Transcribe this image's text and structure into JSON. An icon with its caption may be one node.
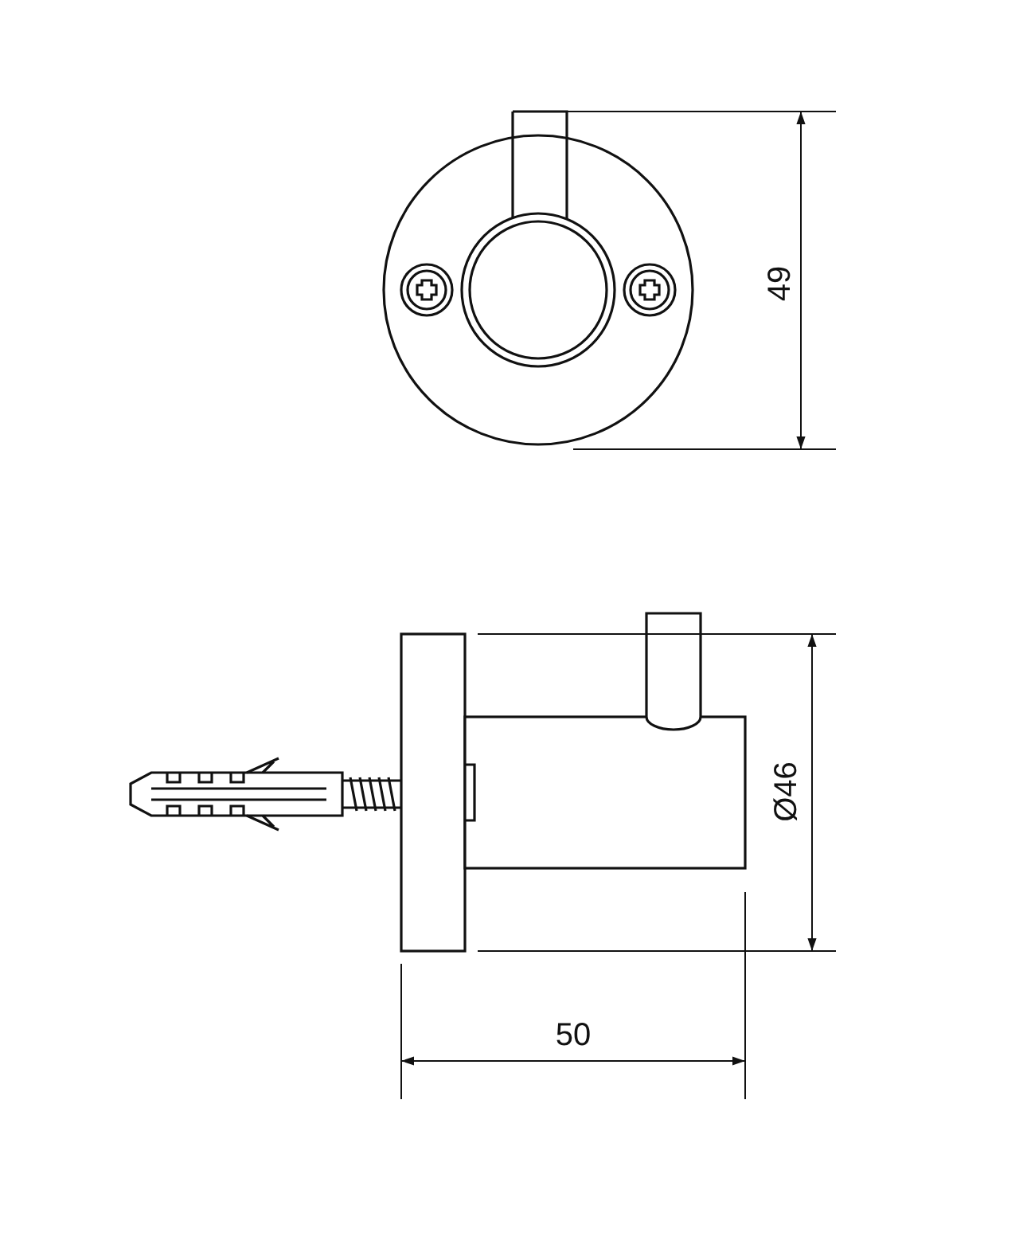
{
  "diagram": {
    "labels": [
      "49",
      "Ø46",
      "50"
    ]
  }
}
